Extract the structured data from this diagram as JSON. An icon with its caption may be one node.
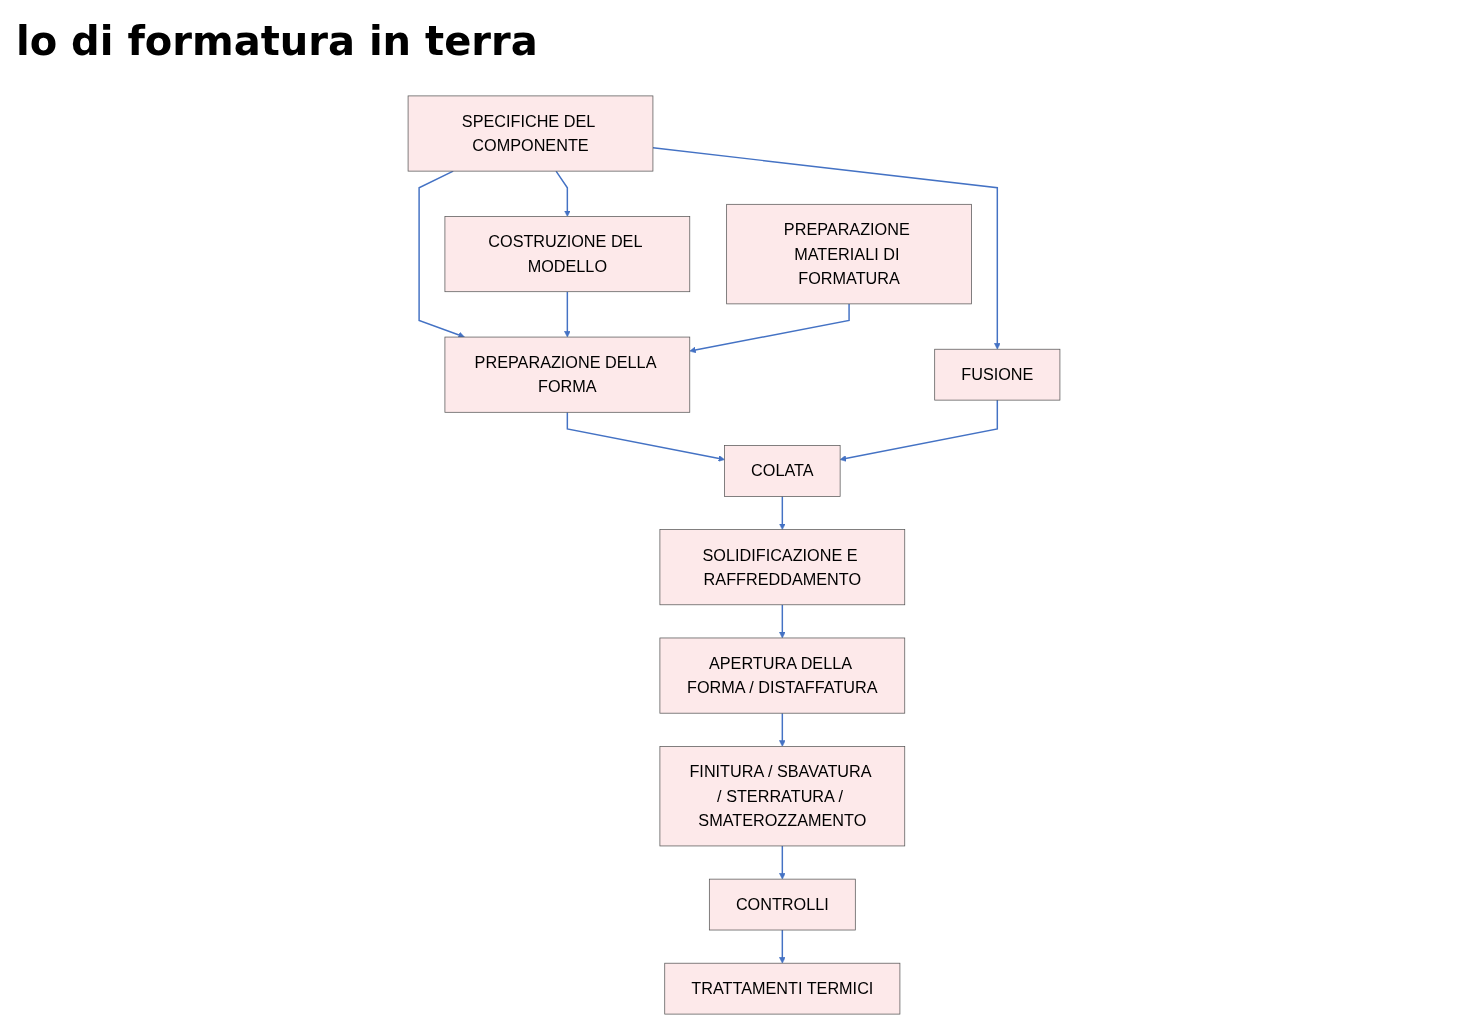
{
  "diagram": {
    "title": "lo di formatura in terra",
    "nodes": [
      {
        "text": [
          "SPECIFICHE DEL COMPONENTE"
        ]
      },
      {
        "text": [
          "COSTRUZIONE DEL MODELLO"
        ]
      },
      {
        "text": [
          "PREPARAZIONE MATERIALI DI FORMATURA"
        ]
      },
      {
        "text": [
          "PREPARAZIONE DELLA FORMA"
        ]
      },
      {
        "text": [
          "FUSIONE"
        ]
      },
      {
        "text": [
          "COLATA"
        ]
      },
      {
        "text": [
          "SOLIDIFICAZIONE E RAFFREDDAMENTO"
        ]
      },
      {
        "text": [
          "APERTURA DELLA FORMA / DISTAFFATURA"
        ]
      },
      {
        "text": [
          "FINITURA / SBAVATURA / STERRATURA / SMATEROZZAMENTO"
        ]
      },
      {
        "text": [
          "CONTROLLI"
        ]
      },
      {
        "text": [
          "TRATTAMENTI TERMICI"
        ]
      }
    ],
    "edges": [
      {
        "from": 0,
        "to": 1,
        "arrow": "to"
      },
      {
        "from": 0,
        "to": 3,
        "arrow": "to"
      },
      {
        "from": 0,
        "to": 4,
        "arrow": "to"
      },
      {
        "from": 1,
        "to": 3,
        "arrow": "to"
      },
      {
        "from": 2,
        "to": 3,
        "arrow": "to"
      },
      {
        "from": 3,
        "to": 5,
        "arrow": "to"
      },
      {
        "from": 4,
        "to": 5,
        "arrow": "to"
      },
      {
        "from": 5,
        "to": 6,
        "arrow": "to"
      },
      {
        "from": 6,
        "to": 7,
        "arrow": "to"
      },
      {
        "from": 7,
        "to": 8,
        "arrow": "to"
      },
      {
        "from": 8,
        "to": 9,
        "arrow": "to"
      },
      {
        "from": 9,
        "to": 10,
        "arrow": "to"
      }
    ]
  }
}
